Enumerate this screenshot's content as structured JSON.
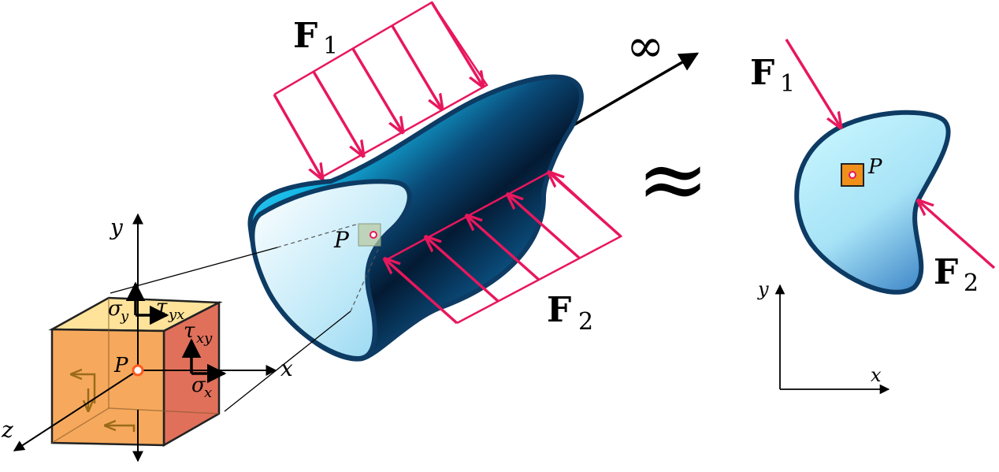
{
  "labels": {
    "force1_main": "F",
    "force1_sub": "1",
    "force2_main": "F",
    "force2_sub": "2",
    "infinity": "∞",
    "approx": "≈",
    "point": "P",
    "axis_x": "x",
    "axis_y": "y",
    "axis_z": "z",
    "sigma_y": "σ",
    "sigma_y_sub": "y",
    "sigma_x": "σ",
    "sigma_x_sub": "x",
    "tau_yx": "τ",
    "tau_yx_sub": "yx",
    "tau_xy": "τ",
    "tau_xy_sub": "xy"
  },
  "colors": {
    "load_arrows": "#e8175d",
    "body_outline": "#0d3b63",
    "body_light": "#c8f2ff",
    "body_dark": "#041a33",
    "cube_top": "#ffe39a",
    "cube_front": "#f6a95c",
    "cube_side": "#e0705a",
    "point_marker": "#ff5a1f"
  }
}
